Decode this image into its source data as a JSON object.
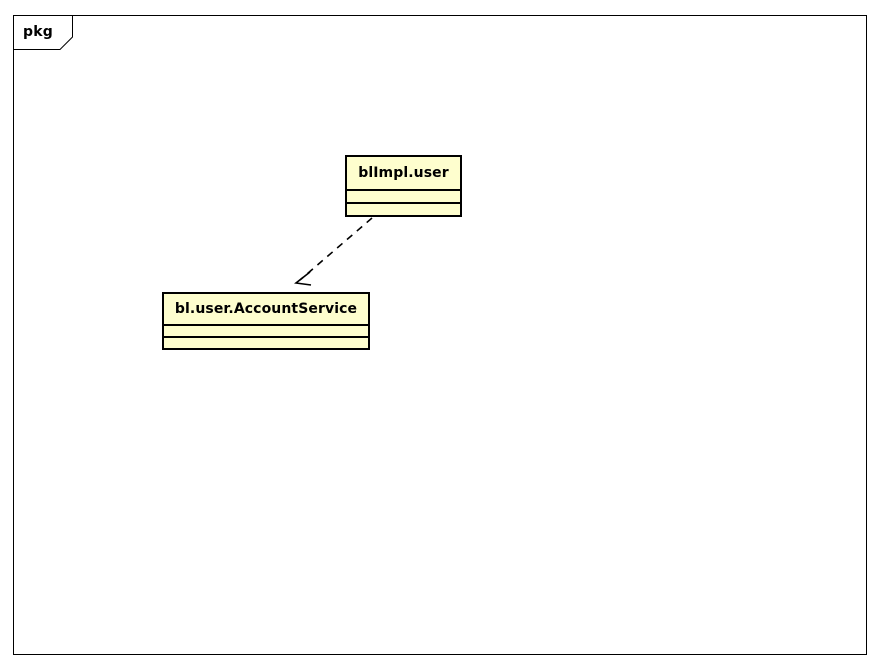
{
  "diagram": {
    "type": "uml-class-diagram",
    "package": {
      "tab_label": "pkg"
    },
    "colors": {
      "class_fill": "#FEFECE",
      "class_border": "#000000",
      "frame_border": "#000000",
      "connector": "#000000",
      "background": "#FFFFFF"
    },
    "classes": [
      {
        "id": "blimpl-user",
        "name": "blImpl.user",
        "attributes": [],
        "operations": []
      },
      {
        "id": "bl-user-accountservice",
        "name": "bl.user.AccountService",
        "attributes": [],
        "operations": []
      }
    ],
    "relationships": [
      {
        "id": "dep-blimpl-to-accountservice",
        "type": "dependency",
        "line_style": "dashed",
        "arrow_head": "open",
        "source": "blImpl.user",
        "target": "bl.user.AccountService",
        "label": ""
      }
    ]
  }
}
